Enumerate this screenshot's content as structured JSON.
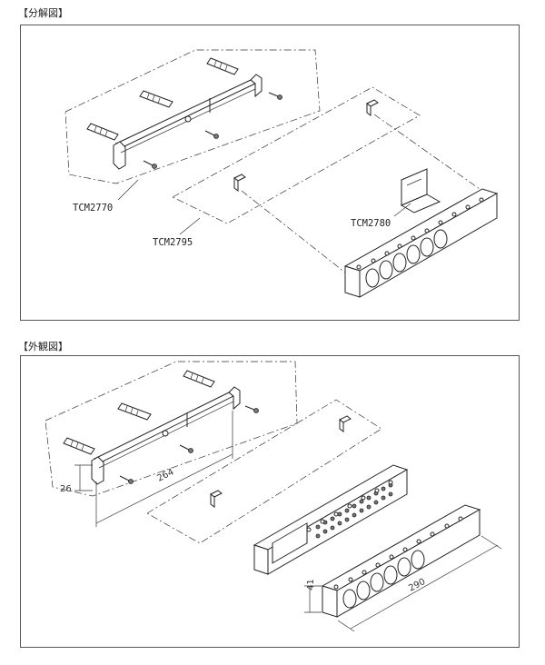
{
  "sections": {
    "exploded": {
      "title": "【分解図】"
    },
    "exterior": {
      "title": "【外観図】"
    }
  },
  "labels": {
    "part_a": "TCM2770",
    "part_b": "TCM2795",
    "part_c": "TCM2780"
  },
  "dimensions": {
    "height": "26",
    "rail_length": "264",
    "bar_height": "41",
    "bar_length": "290"
  }
}
